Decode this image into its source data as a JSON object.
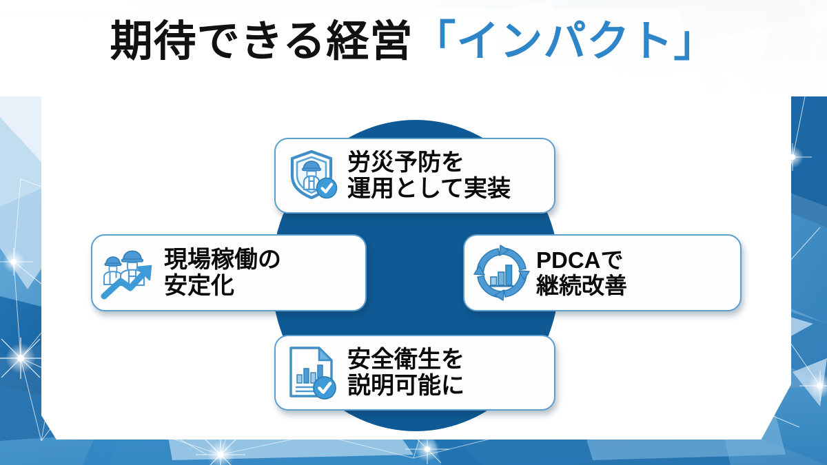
{
  "slide": {
    "title_main": "期待できる経営",
    "title_accent": "「インパクト」",
    "accent_color": "#2e86c8",
    "hub_color": "#0f5a94",
    "card_border_color": "#5a9fd0",
    "background": "blue-geometric-network-pattern"
  },
  "hub": {
    "label": "",
    "shape": "circle"
  },
  "cards": [
    {
      "id": "card-top",
      "position": "top",
      "icon": "shield-worker-check-icon",
      "line1": "労災予防を",
      "line2": "運用として実装"
    },
    {
      "id": "card-left",
      "position": "left",
      "icon": "workers-growth-arrow-icon",
      "line1": "現場稼働の",
      "line2": "安定化"
    },
    {
      "id": "card-right",
      "position": "right",
      "icon": "pdca-cycle-chart-icon",
      "line1": "PDCAで",
      "line2": "継続改善"
    },
    {
      "id": "card-bottom",
      "position": "bottom",
      "icon": "document-chart-check-icon",
      "line1": "安全衛生を",
      "line2": "説明可能に"
    }
  ]
}
